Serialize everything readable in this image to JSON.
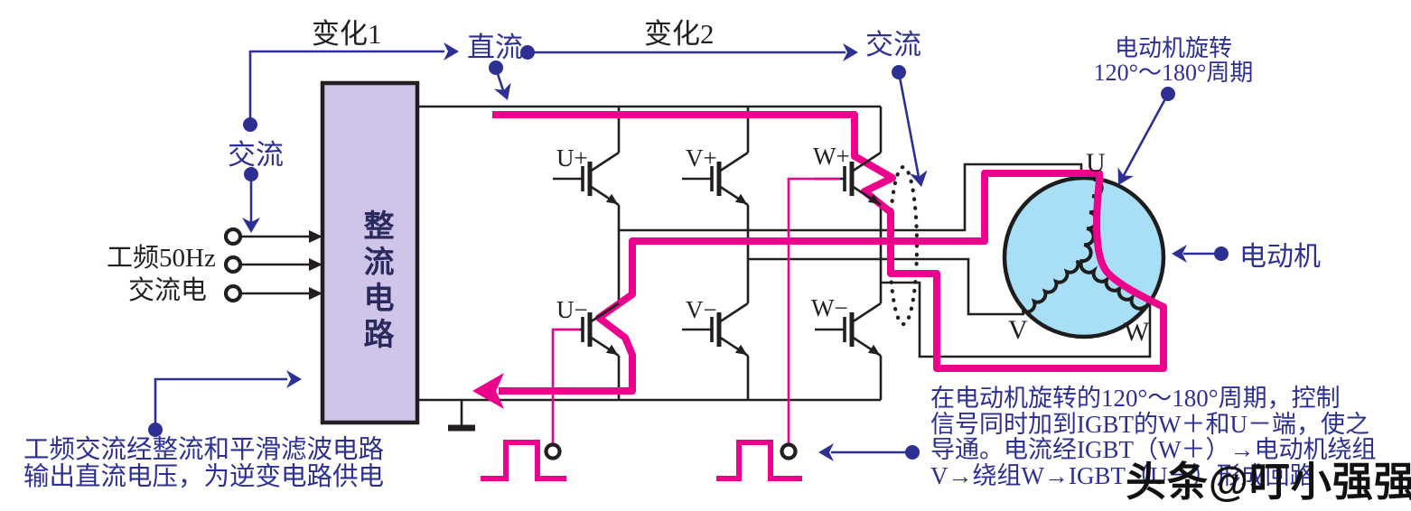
{
  "colors": {
    "annotation_blue": "#2d3092",
    "current_magenta": "#eb018c",
    "wire_black": "#231f20",
    "rectifier_fill": "#cec5e8",
    "motor_fill": "#a9def7"
  },
  "flow": {
    "change1": "变化1",
    "dc": "直流",
    "change2": "变化2",
    "ac_out": "交流",
    "ac_in": "交流"
  },
  "source": {
    "line1": "工频50Hz",
    "line2": "交流电"
  },
  "rectifier": {
    "label": "整流电路"
  },
  "inverter": {
    "u_plus": "U+",
    "v_plus": "V+",
    "w_plus": "W+",
    "u_minus": "U−",
    "v_minus": "V−",
    "w_minus": "W−"
  },
  "motor": {
    "u": "U",
    "v": "V",
    "w": "W",
    "label": "电动机",
    "rotation_line1": "电动机旋转",
    "rotation_line2": "120°～180°周期"
  },
  "notes": {
    "left_line1": "工频交流经整流和平滑滤波电路",
    "left_line2": "输出直流电压，为逆变电路供电",
    "right_line1": "在电动机旋转的120°～180°周期，控制",
    "right_line2": "信号同时加到IGBT的W＋和U－端，使之",
    "right_line3": "导通。电流经IGBT（W＋）→电动机绕组",
    "right_line4": "V→绕组W→IGBT（U－）形成回路"
  },
  "watermark": {
    "text": "头条@叮小强强"
  }
}
